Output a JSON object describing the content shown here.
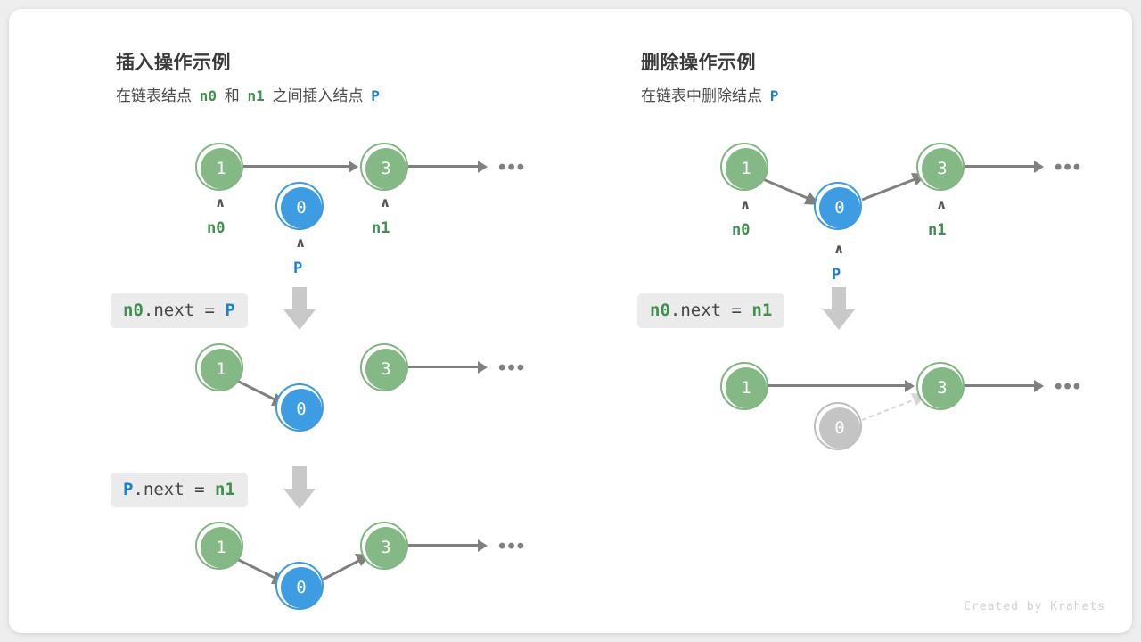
{
  "watermark": "Created by Krahets",
  "colors": {
    "node_green": "#84b884",
    "node_green_ring": "#7fb580",
    "node_blue": "#3d9ce2",
    "node_blue_ring": "#3c9ae0",
    "node_gray": "#c4c4c4",
    "node_gray_ring": "#bdbdbd",
    "edge": "#808080",
    "edge_faded": "#d6d6d6",
    "code_bg": "#ebebeb",
    "label_green": "#3f8f4f",
    "label_blue": "#1a80c8",
    "card_bg": "#ffffff",
    "page_bg": "#eeeeee"
  },
  "insert": {
    "title": "插入操作示例",
    "subtitle": {
      "part1": "在链表结点",
      "n0": "n0",
      "part2": "和",
      "n1": "n1",
      "part3": "之间插入结点",
      "p": "P"
    },
    "steps": [
      {
        "code": {
          "target": "n0",
          "middle": ".next = ",
          "value": "P"
        }
      },
      {
        "code": {
          "target": "P",
          "middle": ".next = ",
          "value": "n1"
        }
      }
    ],
    "rows": [
      {
        "nodes": [
          {
            "value": "1",
            "kind": "green",
            "pointer": "n0"
          },
          {
            "value": "0",
            "kind": "blue",
            "pointer": "P"
          },
          {
            "value": "3",
            "kind": "green",
            "pointer": "n1"
          }
        ],
        "ellipsis": "•••"
      },
      {
        "nodes": [
          {
            "value": "1",
            "kind": "green"
          },
          {
            "value": "0",
            "kind": "blue"
          },
          {
            "value": "3",
            "kind": "green"
          }
        ],
        "ellipsis": "•••"
      },
      {
        "nodes": [
          {
            "value": "1",
            "kind": "green"
          },
          {
            "value": "0",
            "kind": "blue"
          },
          {
            "value": "3",
            "kind": "green"
          }
        ],
        "ellipsis": "•••"
      }
    ]
  },
  "delete": {
    "title": "删除操作示例",
    "subtitle": {
      "part1": "在链表中删除结点",
      "p": "P"
    },
    "steps": [
      {
        "code": {
          "target": "n0",
          "middle": ".next = ",
          "value": "n1"
        }
      }
    ],
    "rows": [
      {
        "nodes": [
          {
            "value": "1",
            "kind": "green",
            "pointer": "n0"
          },
          {
            "value": "0",
            "kind": "blue",
            "pointer": "P"
          },
          {
            "value": "3",
            "kind": "green",
            "pointer": "n1"
          }
        ],
        "ellipsis": "•••"
      },
      {
        "nodes": [
          {
            "value": "1",
            "kind": "green"
          },
          {
            "value": "0",
            "kind": "gray"
          },
          {
            "value": "3",
            "kind": "green"
          }
        ],
        "ellipsis": "•••"
      }
    ]
  },
  "caret_glyph": "∧"
}
